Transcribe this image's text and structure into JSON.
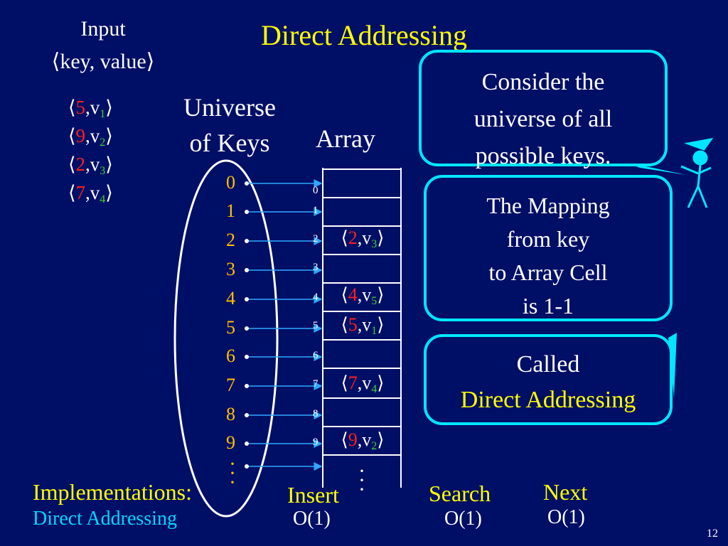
{
  "title": "Direct Addressing",
  "input": {
    "line1": "Input",
    "line2": "⟨key, value⟩",
    "pairs": [
      {
        "key": "5",
        "val": "v",
        "sub": "1"
      },
      {
        "key": "9",
        "val": "v",
        "sub": "2"
      },
      {
        "key": "2",
        "val": "v",
        "sub": "3"
      },
      {
        "key": "7",
        "val": "v",
        "sub": "4"
      }
    ]
  },
  "universe": {
    "line1": "Universe",
    "line2": "of Keys"
  },
  "keys": [
    "0",
    "1",
    "2",
    "3",
    "4",
    "5",
    "6",
    "7",
    "8",
    "9"
  ],
  "array": {
    "label": "Array",
    "indices": [
      "0",
      "1",
      "2",
      "3",
      "4",
      "5",
      "6",
      "7",
      "8",
      "9"
    ],
    "cells": [
      {
        "index": 2,
        "key": "2",
        "val": "v",
        "sub": "3"
      },
      {
        "index": 4,
        "key": "4",
        "val": "v",
        "sub": "5"
      },
      {
        "index": 5,
        "key": "5",
        "val": "v",
        "sub": "1"
      },
      {
        "index": 7,
        "key": "7",
        "val": "v",
        "sub": "4"
      },
      {
        "index": 9,
        "key": "9",
        "val": "v",
        "sub": "2"
      }
    ]
  },
  "callouts": {
    "universe_note": [
      "Consider the",
      "universe of all",
      "possible keys."
    ],
    "mapping_note": [
      "The Mapping",
      "from key",
      "to Array Cell",
      "is 1-1"
    ],
    "called_line1": "Called",
    "called_line2": "Direct Addressing"
  },
  "implementations": {
    "label": "Implementations:",
    "value": "Direct Addressing"
  },
  "ops": [
    {
      "name": "Insert",
      "cost": "O(1)"
    },
    {
      "name": "Search",
      "cost": "O(1)"
    },
    {
      "name": "Next",
      "cost": "O(1)"
    }
  ],
  "page_number": "12",
  "colors": {
    "background": "#000f66",
    "title": "#ffff00",
    "key": "#ffc000",
    "accent": "#00e6ff",
    "red": "#ff1f1f",
    "green": "#3fd22f"
  }
}
